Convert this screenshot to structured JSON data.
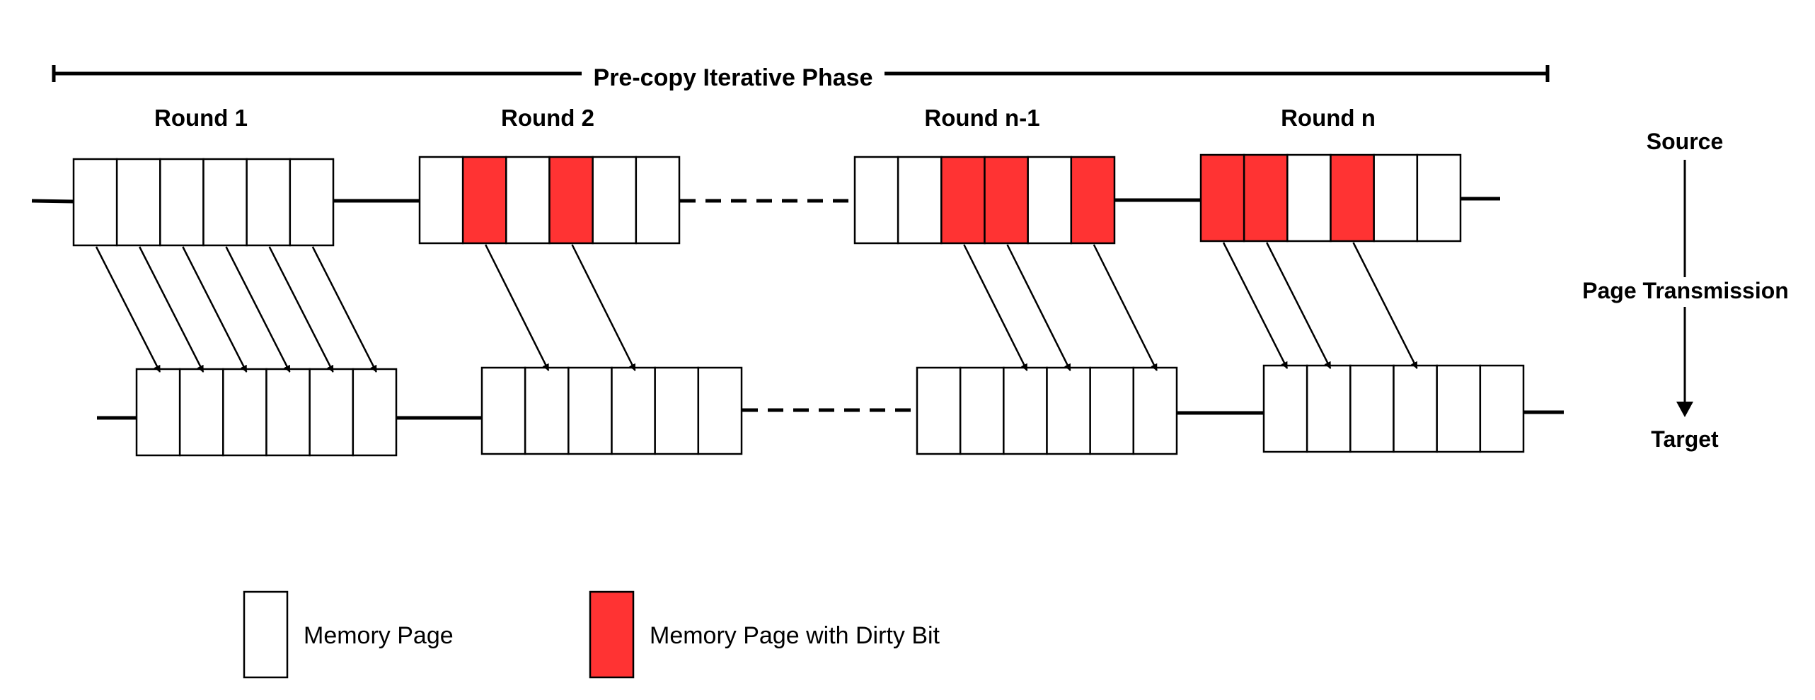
{
  "phase": {
    "title": "Pre-copy Iterative Phase"
  },
  "rounds": [
    {
      "label": "Round 1",
      "source_pages": [
        "clean",
        "clean",
        "clean",
        "clean",
        "clean",
        "clean"
      ],
      "transmitted_pages": [
        0,
        1,
        2,
        3,
        4,
        5
      ]
    },
    {
      "label": "Round 2",
      "source_pages": [
        "clean",
        "dirty",
        "clean",
        "dirty",
        "clean",
        "clean"
      ],
      "transmitted_pages": [
        1,
        3
      ]
    },
    {
      "label": "Round n-1",
      "source_pages": [
        "clean",
        "clean",
        "dirty",
        "dirty",
        "clean",
        "dirty"
      ],
      "transmitted_pages": [
        2,
        3,
        5
      ]
    },
    {
      "label": "Round n",
      "source_pages": [
        "dirty",
        "dirty",
        "clean",
        "dirty",
        "clean",
        "clean"
      ],
      "transmitted_pages": [
        0,
        1,
        3
      ]
    }
  ],
  "axis": {
    "source": "Source",
    "transmission": "Page Transmission",
    "target": "Target"
  },
  "legend": {
    "clean_label": "Memory Page",
    "dirty_label": "Memory Page with Dirty Bit"
  },
  "colors": {
    "dirty": "#FF3333",
    "clean": "#FFFFFF",
    "stroke": "#000000"
  }
}
